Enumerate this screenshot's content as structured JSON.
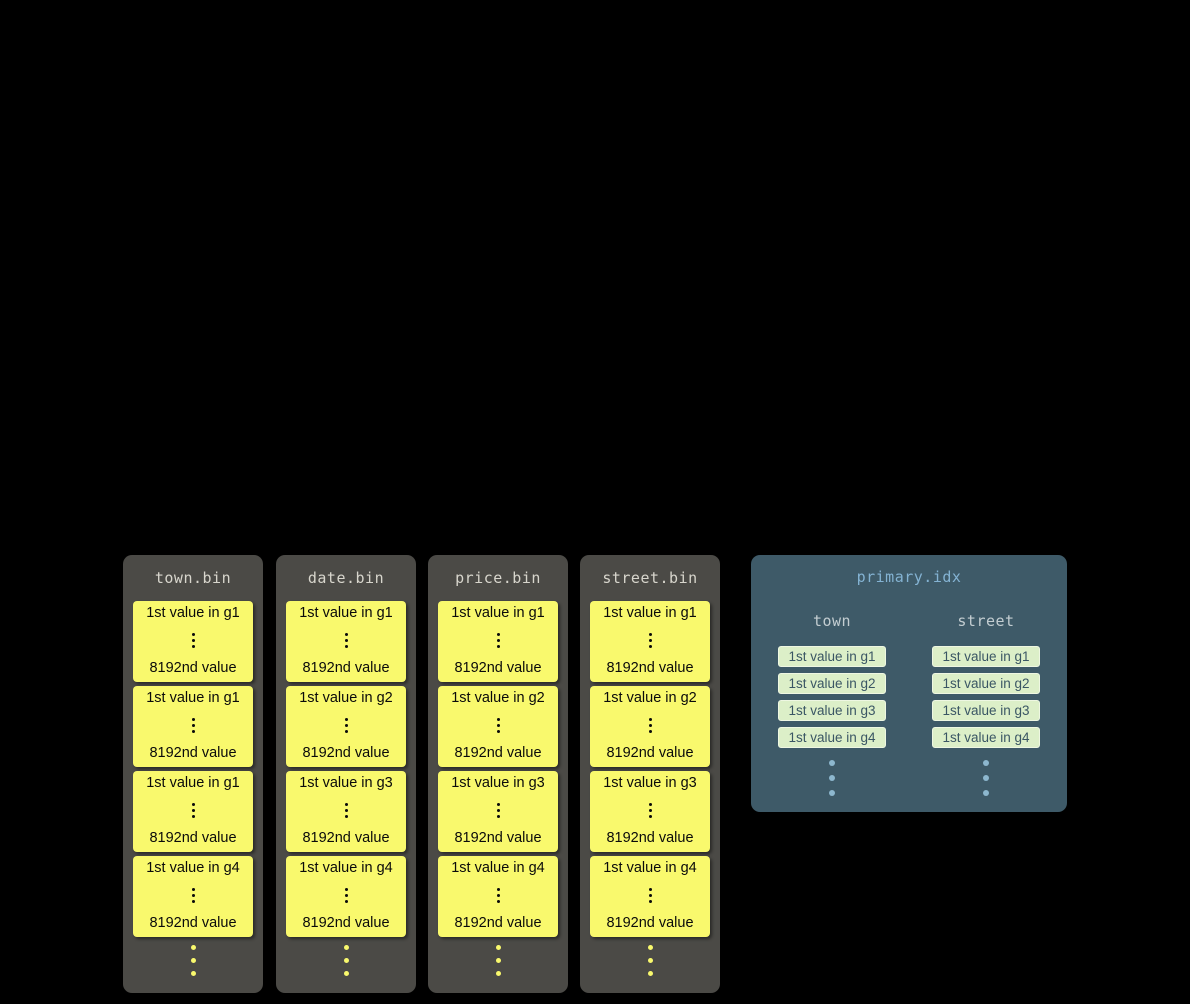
{
  "colors": {
    "background": "#000000",
    "bin_container": "#4b4a46",
    "granule_block": "#f9f96d",
    "index_panel": "#3e5a68",
    "index_entry_bg": "#dcefc8",
    "index_accent_blue": "#84b3d3"
  },
  "bin_files": [
    {
      "title": "town.bin",
      "granules": [
        {
          "first": "1st value in g1",
          "last": "8192nd value"
        },
        {
          "first": "1st value in g1",
          "last": "8192nd value"
        },
        {
          "first": "1st value in g1",
          "last": "8192nd value"
        },
        {
          "first": "1st value in g4",
          "last": "8192nd value"
        }
      ]
    },
    {
      "title": "date.bin",
      "granules": [
        {
          "first": "1st value in g1",
          "last": "8192nd value"
        },
        {
          "first": "1st value in g2",
          "last": "8192nd value"
        },
        {
          "first": "1st value in g3",
          "last": "8192nd value"
        },
        {
          "first": "1st value in g4",
          "last": "8192nd value"
        }
      ]
    },
    {
      "title": "price.bin",
      "granules": [
        {
          "first": "1st value in g1",
          "last": "8192nd value"
        },
        {
          "first": "1st value in g2",
          "last": "8192nd value"
        },
        {
          "first": "1st value in g3",
          "last": "8192nd value"
        },
        {
          "first": "1st value in g4",
          "last": "8192nd value"
        }
      ]
    },
    {
      "title": "street.bin",
      "granules": [
        {
          "first": "1st value in g1",
          "last": "8192nd value"
        },
        {
          "first": "1st value in g2",
          "last": "8192nd value"
        },
        {
          "first": "1st value in g3",
          "last": "8192nd value"
        },
        {
          "first": "1st value in g4",
          "last": "8192nd value"
        }
      ]
    }
  ],
  "index_file": {
    "title": "primary.idx",
    "columns": [
      {
        "header": "town",
        "entries": [
          "1st value in g1",
          "1st value in g2",
          "1st value in g3",
          "1st value in g4"
        ]
      },
      {
        "header": "street",
        "entries": [
          "1st value in g1",
          "1st value in g2",
          "1st value in g3",
          "1st value in g4"
        ]
      }
    ]
  }
}
